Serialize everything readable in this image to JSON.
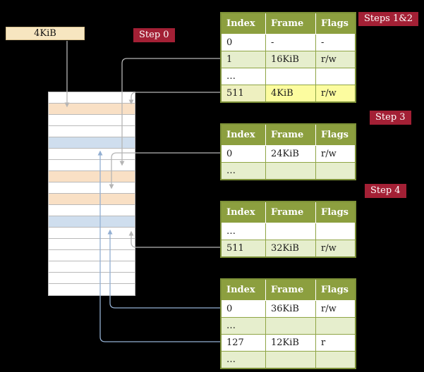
{
  "labels": {
    "address_box": "4KiB",
    "step0_badge": "Step 0",
    "steps12_badge": "Steps 1&2",
    "step3_badge": "Step 3",
    "step4_badge": "Step 4"
  },
  "tables": [
    {
      "name": "page-table-1",
      "headers": [
        "Index",
        "Frame",
        "Flags"
      ],
      "rows": [
        {
          "index": "0",
          "frame": "-",
          "flags": "-"
        },
        {
          "index": "1",
          "frame": "16KiB",
          "flags": "r/w"
        },
        {
          "index": "…",
          "frame": "",
          "flags": ""
        },
        {
          "index": "511",
          "frame": "4KiB",
          "flags": "r/w"
        }
      ]
    },
    {
      "name": "page-table-2",
      "headers": [
        "Index",
        "Frame",
        "Flags"
      ],
      "rows": [
        {
          "index": "0",
          "frame": "24KiB",
          "flags": "r/w"
        },
        {
          "index": "…",
          "frame": "",
          "flags": ""
        }
      ]
    },
    {
      "name": "page-table-3",
      "headers": [
        "Index",
        "Frame",
        "Flags"
      ],
      "rows": [
        {
          "index": "…",
          "frame": "",
          "flags": ""
        },
        {
          "index": "511",
          "frame": "32KiB",
          "flags": "r/w"
        }
      ]
    },
    {
      "name": "page-table-4",
      "headers": [
        "Index",
        "Frame",
        "Flags"
      ],
      "rows": [
        {
          "index": "0",
          "frame": "36KiB",
          "flags": "r/w"
        },
        {
          "index": "…",
          "frame": "",
          "flags": ""
        },
        {
          "index": "127",
          "frame": "12KiB",
          "flags": "r"
        },
        {
          "index": "…",
          "frame": "",
          "flags": ""
        }
      ]
    }
  ],
  "memory": {
    "rows": [
      "white",
      "peach",
      "white",
      "white",
      "blue",
      "white",
      "white",
      "peach",
      "white",
      "peach",
      "white",
      "blue",
      "white",
      "white",
      "white",
      "white",
      "white",
      "white"
    ],
    "palette": {
      "white": "#ffffff",
      "peach": "#f9e0c5",
      "blue": "#cfdeee"
    }
  },
  "colors": {
    "background": "#000000",
    "badge_bg": "#a32035",
    "badge_text": "#ffffff",
    "table_header_bg": "#8c9f3f",
    "table_border": "#7d9138",
    "row_green": "#e6eecd",
    "row_white": "#ffffff",
    "highlight_yellow": "#fcfc9f",
    "highlight_index": "#eef0c0",
    "address_box_bg": "#f7e6c0",
    "arrow_gray": "#b5b5b5",
    "arrow_blue": "#93afd2"
  }
}
